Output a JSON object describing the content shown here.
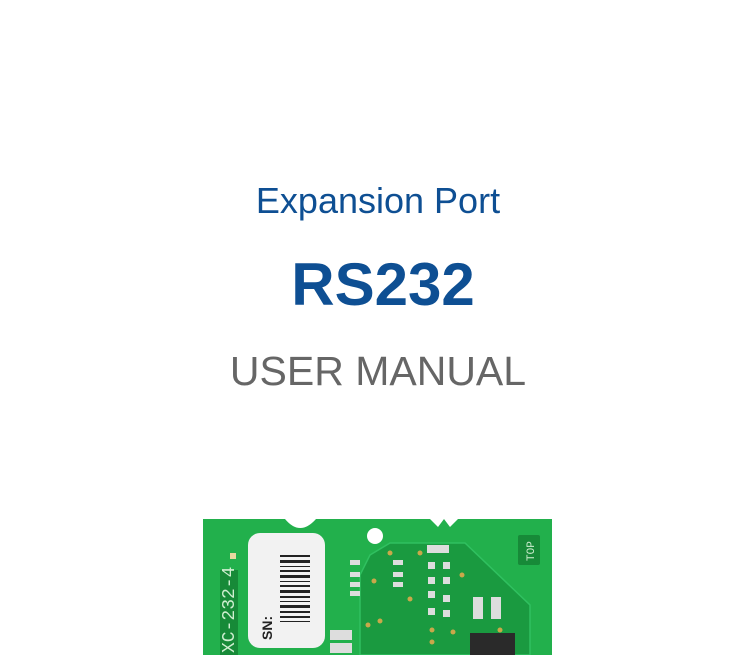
{
  "cover": {
    "subtitle": "Expansion Port",
    "title": "RS232",
    "doc_type": "USER MANUAL",
    "colors": {
      "title": "#0e4f93",
      "doc_type": "#666666",
      "pcb": "#1fae4a"
    }
  },
  "board_photo": {
    "silkscreen_model": "XC-232-4",
    "serial_label": "SN:",
    "top_marker": "TOP"
  }
}
